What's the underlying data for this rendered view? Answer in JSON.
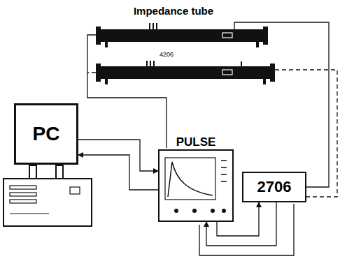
{
  "diagram": {
    "title": "Impedance tube",
    "nodes": [
      {
        "text": [
          "PC"
        ]
      },
      {
        "text": [
          "PULSE"
        ]
      },
      {
        "text": [
          "2706"
        ]
      }
    ],
    "edges": [
      {
        "from": 0,
        "to": 1,
        "arrow": "to"
      },
      {
        "from": 1,
        "to": 0,
        "arrow": "to"
      },
      {
        "from": 1,
        "to": 2,
        "arrow": "to"
      },
      {
        "from": 2,
        "to": 1,
        "arrow": "to"
      }
    ],
    "labels": [
      "4206"
    ]
  }
}
